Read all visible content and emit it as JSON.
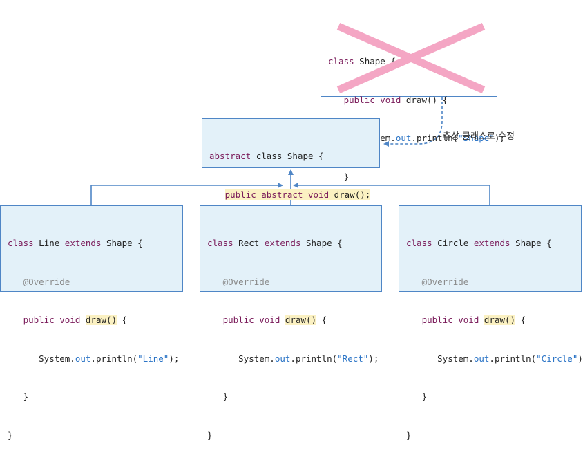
{
  "caption": "추상 클래스로 수정",
  "colors": {
    "border": "#4f86c6",
    "box_fill": "#e3f1f9",
    "cross": "#f4a6c4",
    "keyword": "#7a1b5a",
    "string": "#2b74c6",
    "highlight": "#fbf1c2"
  },
  "old_shape": {
    "line1": {
      "kw": "class",
      "rest": " Shape {"
    },
    "line2": {
      "indent": "   ",
      "kw": "public void",
      "rest": " draw() {"
    },
    "line3": {
      "indent": "      ",
      "pre": "System.",
      "fld": "out",
      "mid": ".println(",
      "str": "\"Shape\"",
      "end": ");"
    },
    "line4": {
      "text": "   }"
    },
    "line5": {
      "text": "}"
    }
  },
  "abstract_shape": {
    "line1": {
      "kw": "abstract",
      "rest": " class Shape {"
    },
    "line2": {
      "indent": "   ",
      "kw": "public abstract void",
      "rest": " draw();"
    },
    "line3": {
      "text": "}"
    }
  },
  "line_class": {
    "line1": {
      "kw1": "class",
      "mid": " Line ",
      "kw2": "extends",
      "rest": " Shape {"
    },
    "line2": {
      "indent": "   ",
      "ann": "@Override"
    },
    "line3": {
      "indent": "   ",
      "kw": "public void",
      "sp": " ",
      "hl": "draw()",
      "rest": " {"
    },
    "line4": {
      "indent": "      ",
      "pre": "System.",
      "fld": "out",
      "mid": ".println(",
      "str": "\"Line\"",
      "end": ");"
    },
    "line5": {
      "text": "   }"
    },
    "line6": {
      "text": "}"
    }
  },
  "rect_class": {
    "line1": {
      "kw1": "class",
      "mid": " Rect ",
      "kw2": "extends",
      "rest": " Shape {"
    },
    "line2": {
      "indent": "   ",
      "ann": "@Override"
    },
    "line3": {
      "indent": "   ",
      "kw": "public void",
      "sp": " ",
      "hl": "draw()",
      "rest": " {"
    },
    "line4": {
      "indent": "      ",
      "pre": "System.",
      "fld": "out",
      "mid": ".println(",
      "str": "\"Rect\"",
      "end": ");"
    },
    "line5": {
      "text": "   }"
    },
    "line6": {
      "text": "}"
    }
  },
  "circle_class": {
    "line1": {
      "kw1": "class",
      "mid": " Circle ",
      "kw2": "extends",
      "rest": " Shape {"
    },
    "line2": {
      "indent": "   ",
      "ann": "@Override"
    },
    "line3": {
      "indent": "   ",
      "kw": "public void",
      "sp": " ",
      "hl": "draw()",
      "rest": " {"
    },
    "line4": {
      "indent": "      ",
      "pre": "System.",
      "fld": "out",
      "mid": ".println(",
      "str": "\"Circle\"",
      "end": ");"
    },
    "line5": {
      "text": "   }"
    },
    "line6": {
      "text": "}"
    }
  }
}
